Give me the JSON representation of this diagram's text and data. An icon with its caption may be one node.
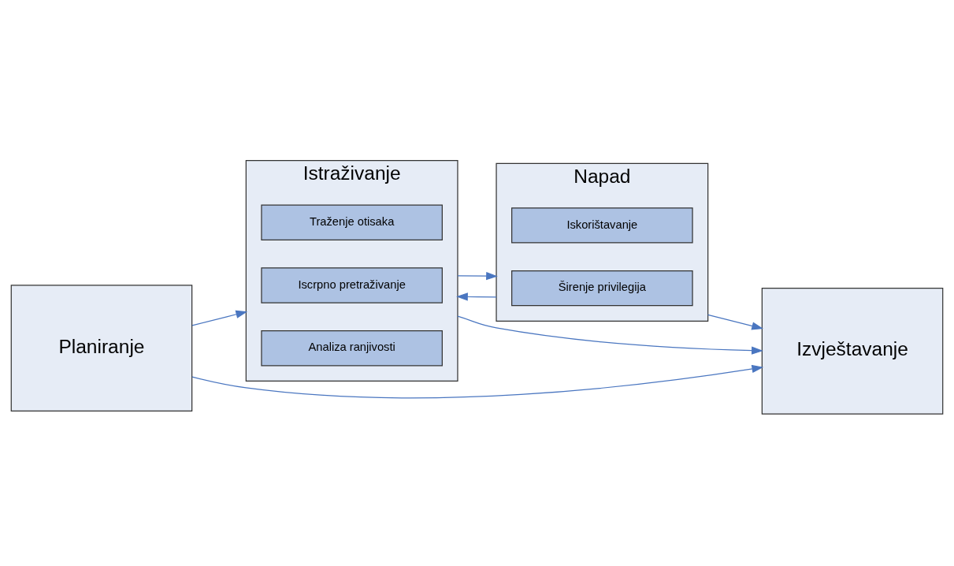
{
  "diagram": {
    "nodes": [
      {
        "text": [
          "Planiranje"
        ]
      },
      {
        "text": [
          "Istraživanje"
        ]
      },
      {
        "text": [
          "Traženje otisaka"
        ],
        "in": 1
      },
      {
        "text": [
          "Iscrpno pretraživanje"
        ],
        "in": 1
      },
      {
        "text": [
          "Analiza ranjivosti"
        ],
        "in": 1
      },
      {
        "text": [
          "Napad"
        ]
      },
      {
        "text": [
          "Iskorištavanje"
        ],
        "in": 5
      },
      {
        "text": [
          "Širenje privilegija"
        ],
        "in": 5
      },
      {
        "text": [
          "Izvještavanje"
        ]
      }
    ],
    "edges": [
      {
        "from": 0,
        "to": 1,
        "arrow": "to"
      },
      {
        "from": 1,
        "to": 5,
        "arrow": "to"
      },
      {
        "from": 5,
        "to": 1,
        "arrow": "to"
      },
      {
        "from": 1,
        "to": 8,
        "arrow": "to"
      },
      {
        "from": 0,
        "to": 8,
        "arrow": "to"
      },
      {
        "from": 5,
        "to": 8,
        "arrow": "to"
      }
    ]
  }
}
